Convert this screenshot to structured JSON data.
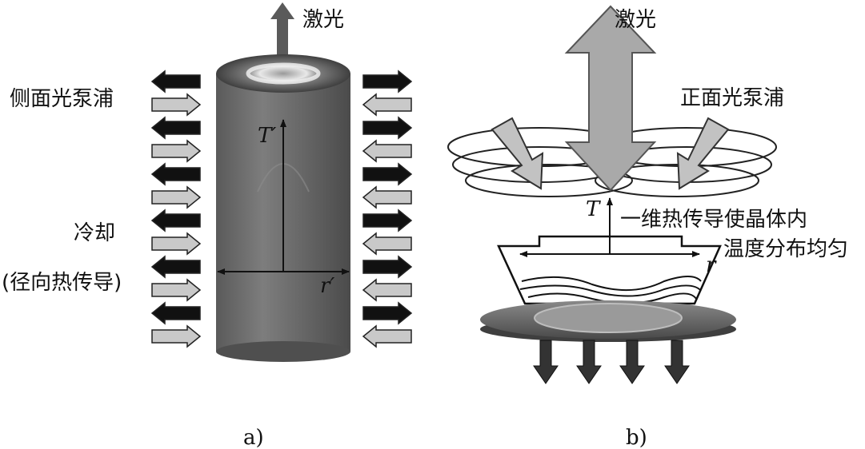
{
  "panel_a": {
    "laser_label": "激光",
    "side_pump_label": "侧面光泵浦",
    "cooling_label": "冷却",
    "conduction_label": "(径向热传导)",
    "t_axis_label": "T′",
    "r_axis_label": "r′",
    "caption": "a)"
  },
  "panel_b": {
    "laser_label": "激光",
    "face_pump_label": "正面光泵浦",
    "t_axis_label": "T",
    "r_axis_label": "r",
    "note_line1": "一维热传导使晶体内",
    "note_line2": "温度分布均匀",
    "caption": "b)"
  },
  "colors": {
    "cylinder_body": "#6f6f6f",
    "arrow_dark": "#111111",
    "arrow_light": "#c9c9c9",
    "laser_arrow": "#a9a9a9",
    "disk": "#6a6a6a"
  }
}
